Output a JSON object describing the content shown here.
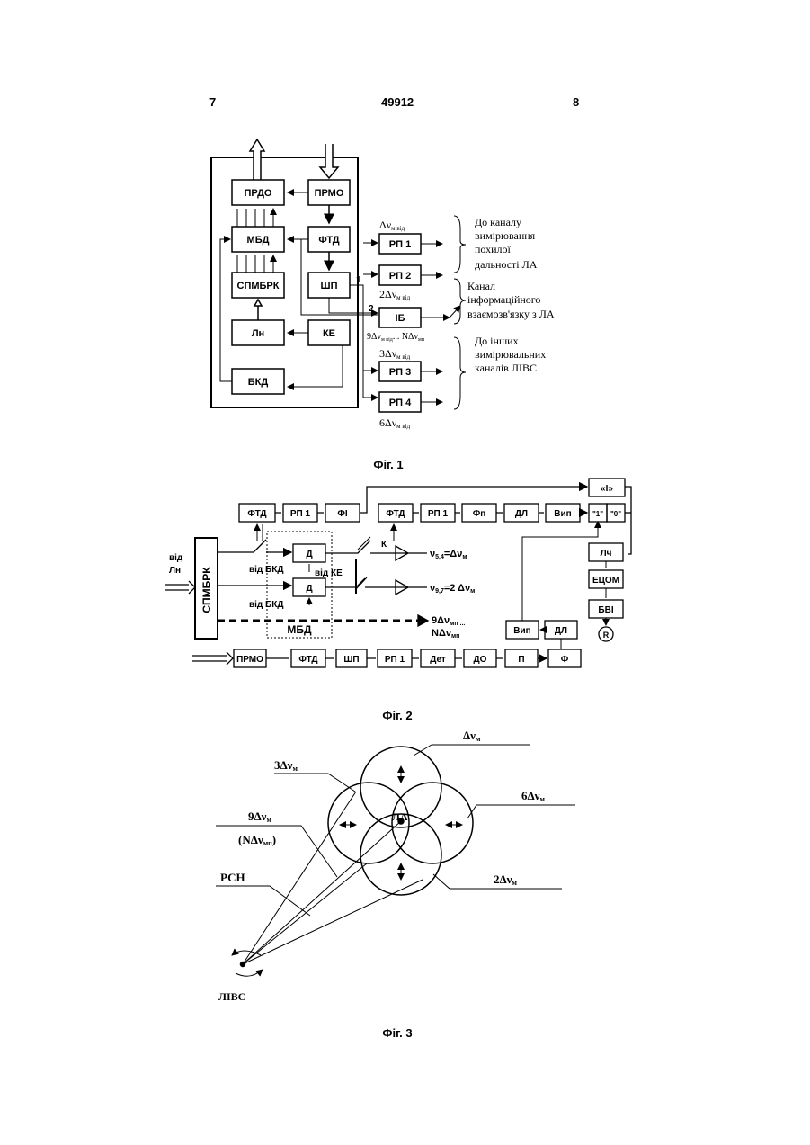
{
  "header": {
    "left": "7",
    "center": "49912",
    "right": "8"
  },
  "fig1": {
    "caption": "Фіг. 1",
    "blocks": {
      "prdo": "ПРДО",
      "mbd": "МБД",
      "spmbrk": "СПМБРК",
      "ln": "Лн",
      "bkd": "БКД",
      "prmo": "ПРМО",
      "ftd": "ФТД",
      "shp": "ШП",
      "ke": "КЕ",
      "ib": "ІБ",
      "rp1": "РП 1",
      "rp2": "РП 2",
      "rp3": "РП 3",
      "rp4": "РП 4"
    },
    "labels": {
      "dv": "Δν",
      "dv_sub": "м від",
      "dv2": "2Δν",
      "dv3": "3Δν",
      "dv6": "6Δν",
      "dv9": "9Δν",
      "dv9_sub": "м від",
      "dvN": "... NΔν",
      "dvN_sub": "мп",
      "out1": "1",
      "out2": "2"
    },
    "notes": {
      "n1": [
        "До каналу",
        "вимірювання",
        "похилої",
        "дальності ЛА"
      ],
      "n2": [
        "Канал",
        "інформаційного",
        "взаємозв'язку з ЛА"
      ],
      "n3": [
        "До інших",
        "вимірювальних",
        "каналів ЛІВС"
      ]
    }
  },
  "fig2": {
    "caption": "Фіг. 2",
    "blocks": {
      "spmbrk": "СПМБРК",
      "ftd": "ФТД",
      "rp1": "РП 1",
      "fi": "ФІ",
      "fp": "Фп",
      "dl": "ДЛ",
      "vip": "Вип",
      "and": "«І»",
      "one": "\"1\"",
      "zero": "\"0\"",
      "lch": "Лч",
      "ecom": "ЕЦОМ",
      "bvi": "БВІ",
      "r": "R",
      "d": "Д",
      "prmo": "ПРМО",
      "shp": "ШП",
      "det": "Дет",
      "do": "ДО",
      "p": "П",
      "f": "Ф",
      "mbd": "МБД"
    },
    "labels": {
      "vid": "від",
      "ln": "Лн",
      "vid_bkd": "від БКД",
      "vid_ke": "від КЕ",
      "k": "К",
      "v54": "ν",
      "v54_sub": "5,4",
      "v54_rest": "=Δν",
      "v97": "ν",
      "v97_sub": "9,7",
      "v97_rest": "=2 Δν",
      "v9dv": "9Δν",
      "v9dv_sub": "мп ...",
      "vNdv": "NΔν",
      "vNdv_sub": "мп",
      "m": "м"
    }
  },
  "fig3": {
    "caption": "Фіг. 3",
    "labels": {
      "dv": "Δν",
      "dv3": "3Δν",
      "dv6": "6Δν",
      "dv2": "2Δν",
      "dv9": "9Δν",
      "ndv": "(NΔν",
      "ndv_sub": "мп",
      "ndv_close": ")",
      "sub_m": "м",
      "rsn": "РСН",
      "la": "ЛА",
      "livs": "ЛІВС"
    }
  }
}
